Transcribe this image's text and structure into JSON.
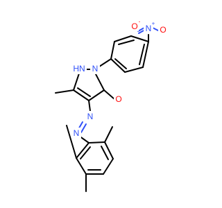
{
  "molecule": {
    "colors": {
      "bond": "#000000",
      "nitrogen": "#3050F8",
      "oxygen": "#FF0D0D",
      "background": "#FFFFFF"
    },
    "atoms": {
      "nitro_o_top": "O",
      "nitro_o_top_charge": "-",
      "nitro_n": "N",
      "nitro_n_charge": "+",
      "nitro_o_bottom": "O",
      "pyrazole_nh": "HN",
      "pyrazole_n1": "N",
      "carbonyl_o": "O",
      "azo_n1": "N",
      "azo_n2": "N"
    }
  }
}
